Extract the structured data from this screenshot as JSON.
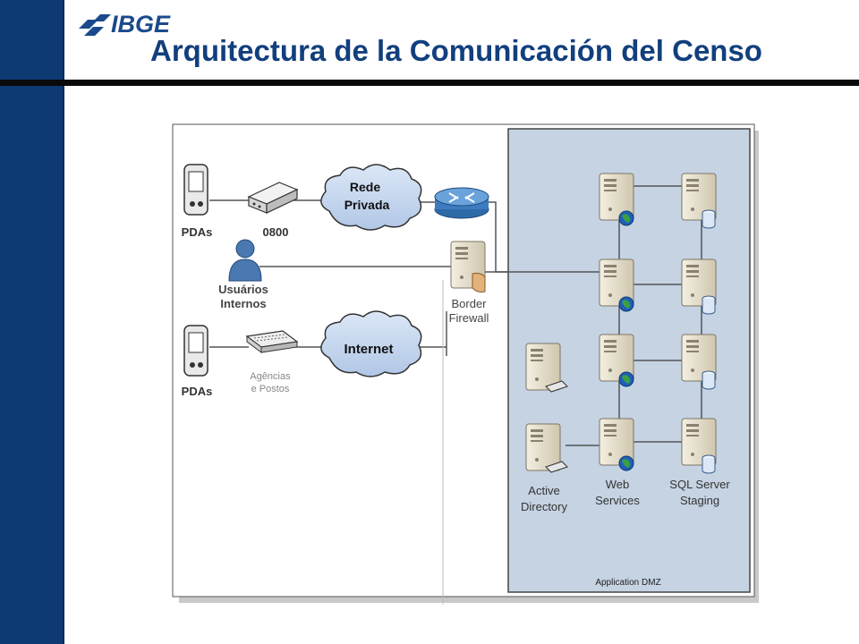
{
  "header": {
    "logo_text": "IBGE",
    "title": "Arquitectura de la Comunicación del Censo"
  },
  "diagram": {
    "nodes": {
      "pdas_top": "PDAs",
      "modem": "0800",
      "rede_privada_1": "Rede",
      "rede_privada_2": "Privada",
      "usuarios_1": "Usuários",
      "usuarios_2": "Internos",
      "border_firewall_1": "Border",
      "border_firewall_2": "Firewall",
      "pdas_bottom": "PDAs",
      "agencias_1": "Agências",
      "agencias_2": "e Postos",
      "internet": "Internet",
      "active_directory_1": "Active",
      "active_directory_2": "Directory",
      "web_services_1": "Web",
      "web_services_2": "Services",
      "sql_server_1": "SQL Server",
      "sql_server_2": "Staging",
      "dmz": "Application DMZ"
    },
    "colors": {
      "dmz_fill": "#c5d3e3",
      "cloud_fill": "#c8d9f0",
      "router": "#4a86c4"
    }
  }
}
